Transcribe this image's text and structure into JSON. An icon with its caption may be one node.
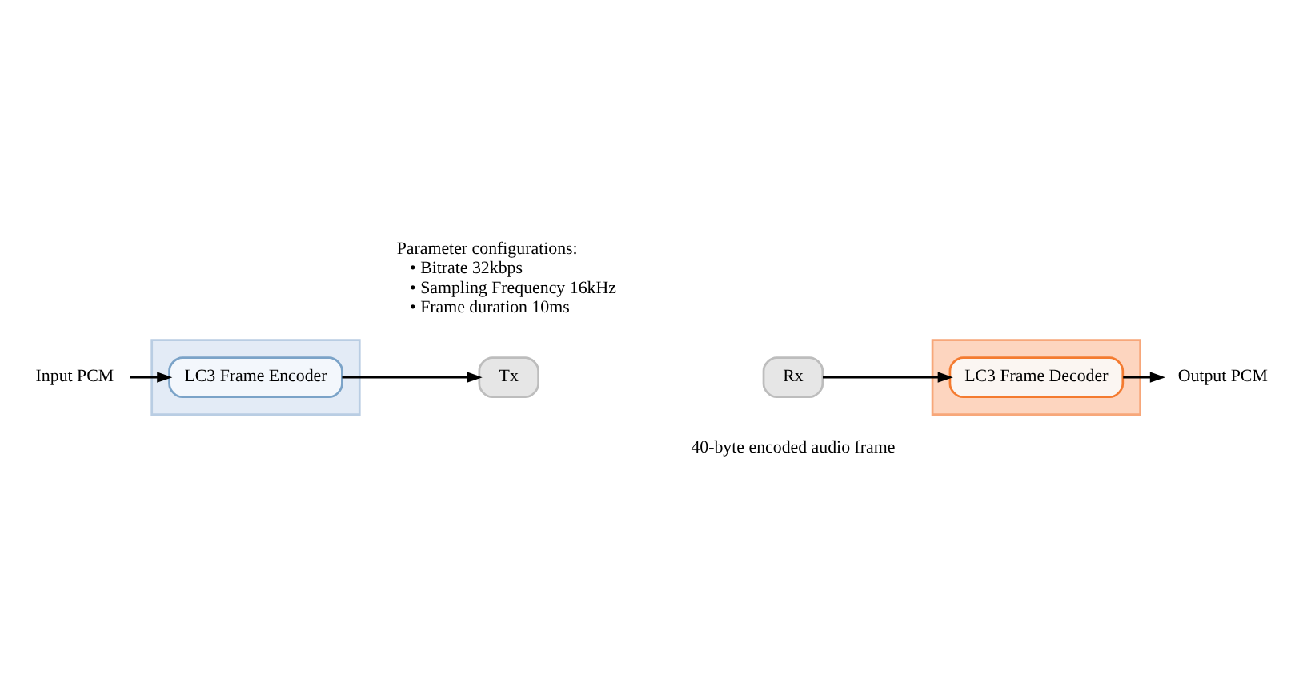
{
  "diagram": {
    "nodes": [
      {
        "text": [
          "Input PCM"
        ]
      },
      {
        "text": [],
        "shape": "box"
      },
      {
        "text": [
          "LC3 Frame Encoder"
        ],
        "in": 1
      },
      {
        "text": [
          "Tx"
        ]
      },
      {
        "text": [
          "Rx"
        ]
      },
      {
        "text": [],
        "shape": "box"
      },
      {
        "text": [
          "LC3 Frame Decoder"
        ],
        "in": 5
      },
      {
        "text": [
          "Output PCM"
        ]
      }
    ],
    "edges": [
      {
        "from": 0,
        "to": 2,
        "arrow": "to"
      },
      {
        "from": 2,
        "to": 3,
        "arrow": "to"
      },
      {
        "from": 4,
        "to": 6,
        "arrow": "to"
      },
      {
        "from": 6,
        "to": 7,
        "arrow": "to"
      }
    ],
    "labels": [
      "Parameter configurations:",
      "• Bitrate 32kbps",
      "• Sampling Frequency 16kHz",
      "• Frame duration 10ms",
      "40-byte encoded audio frame"
    ]
  }
}
